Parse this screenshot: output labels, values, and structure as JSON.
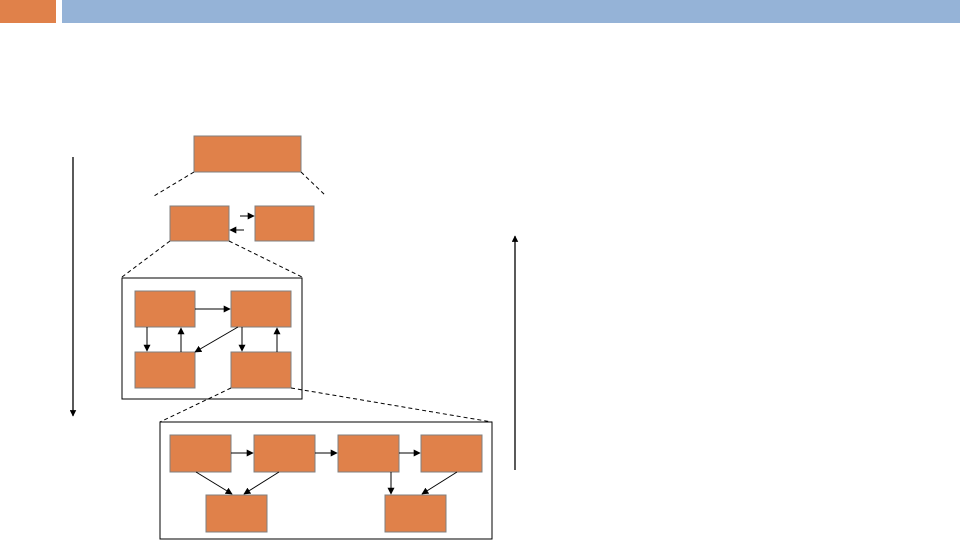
{
  "colors": {
    "accent": "#E0814A",
    "header_strip": "#95B3D7",
    "box_fill": "#E0814A",
    "box_stroke": "#7F7F7F",
    "line": "#000000",
    "frame": "#000000"
  },
  "diagram": {
    "levels": 4,
    "level_nodes": [
      1,
      2,
      4,
      6
    ],
    "arrows": {
      "left_vertical": "down",
      "right_vertical": "up"
    },
    "labels": []
  }
}
